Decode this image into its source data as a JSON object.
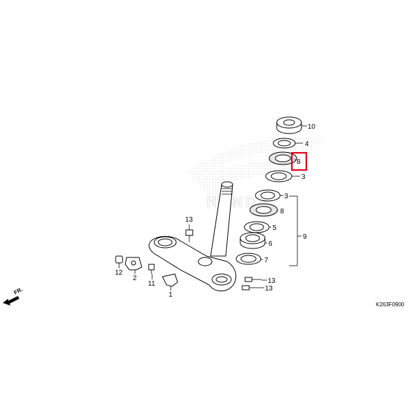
{
  "diagram": {
    "code": "K263F0900",
    "front_label": "FR.",
    "highlight_color": "#e0001a",
    "labels": {
      "p10": "10",
      "p4": "4",
      "p8a": "8",
      "p3a": "3",
      "p3b": "3",
      "p8b": "8",
      "p5": "5",
      "p6": "6",
      "p7": "7",
      "p9": "9",
      "p13a": "13",
      "p12": "12",
      "p2": "2",
      "p11": "11",
      "p1": "1",
      "p13b": "13",
      "p13c": "13"
    },
    "highlighted_part": "8"
  }
}
